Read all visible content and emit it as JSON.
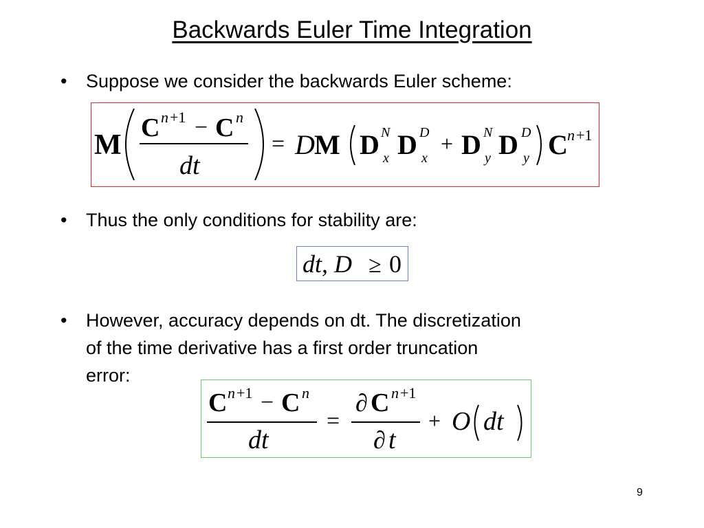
{
  "slide": {
    "title": "Backwards Euler Time Integration",
    "page_number": "9",
    "bullet_glyph": "•",
    "bullets": [
      "Suppose we consider the backwards Euler scheme:",
      "Thus the only conditions for stability are:",
      "However, accuracy depends on dt. The discretization",
      "of the time derivative has a first order truncation",
      "error:"
    ]
  },
  "equations": {
    "scheme": {
      "border_color": "#e8242a",
      "M": "M",
      "C": "C",
      "D": "D",
      "D_coef": "D",
      "n": "n",
      "n_plus_1": "n+1",
      "minus": "−",
      "equals": "=",
      "plus": "+",
      "dt": "dt",
      "N": "N",
      "x": "x",
      "y": "y"
    },
    "stability": {
      "border_color": "#6b7fd0",
      "lhs": "dt, D",
      "relation": "≥",
      "rhs": "0"
    },
    "truncation": {
      "border_color": "#5ad45a",
      "C": "C",
      "n": "n",
      "n_plus_1": "n+1",
      "minus": "−",
      "equals": "=",
      "dt": "dt",
      "partial": "∂",
      "t": "t",
      "plus": "+",
      "O": "O"
    }
  }
}
